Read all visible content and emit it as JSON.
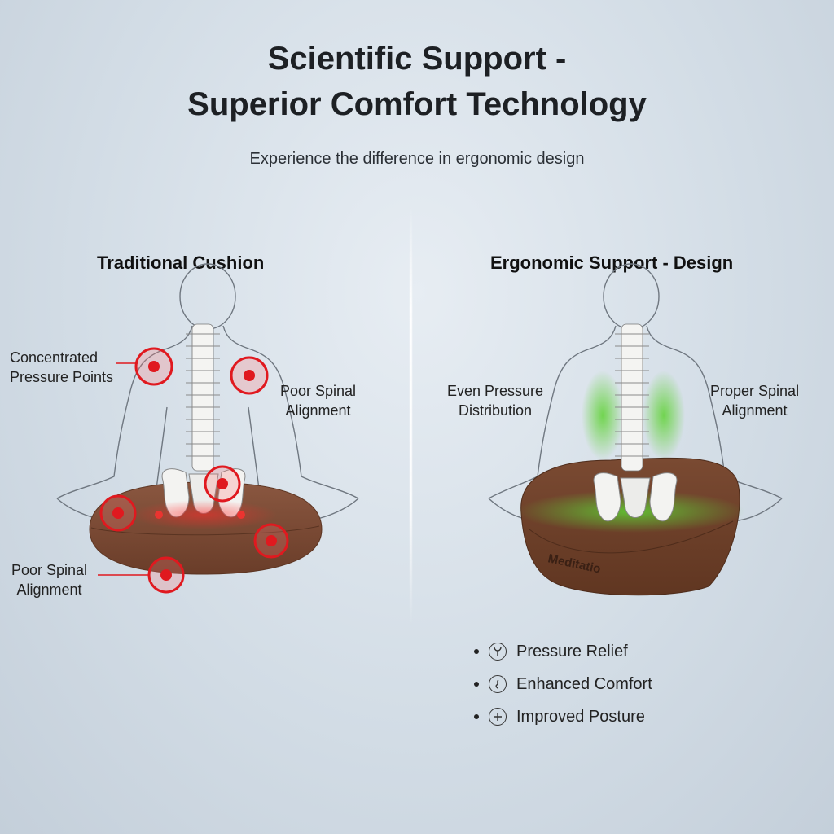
{
  "header": {
    "title_line1": "Scientific Support -",
    "title_line2": "Superior Comfort Technology",
    "subtitle": "Experience the difference in ergonomic design"
  },
  "left_panel": {
    "title": "Traditional Cushion",
    "callouts": {
      "pressure_points": "Concentrated\nPressure Points",
      "spinal_right": "Poor Spinal\nAlignment",
      "spinal_bottom": "Poor Spinal\nAlignment"
    },
    "colors": {
      "pressure": "#e0191f",
      "cushion": "#7a4a33"
    }
  },
  "right_panel": {
    "title": "Ergonomic Support - Design",
    "callouts": {
      "even_pressure": "Even Pressure\nDistribution",
      "proper_spinal": "Proper Spinal\nAlignment"
    },
    "cushion_text": "Meditatio",
    "colors": {
      "relief": "#5fd235",
      "cushion": "#6e3f28"
    }
  },
  "features": [
    {
      "icon": "leaf-icon",
      "label": "Pressure Relief"
    },
    {
      "icon": "comfort-icon",
      "label": "Enhanced Comfort"
    },
    {
      "icon": "plus-circle-icon",
      "label": "Improved Posture"
    }
  ]
}
